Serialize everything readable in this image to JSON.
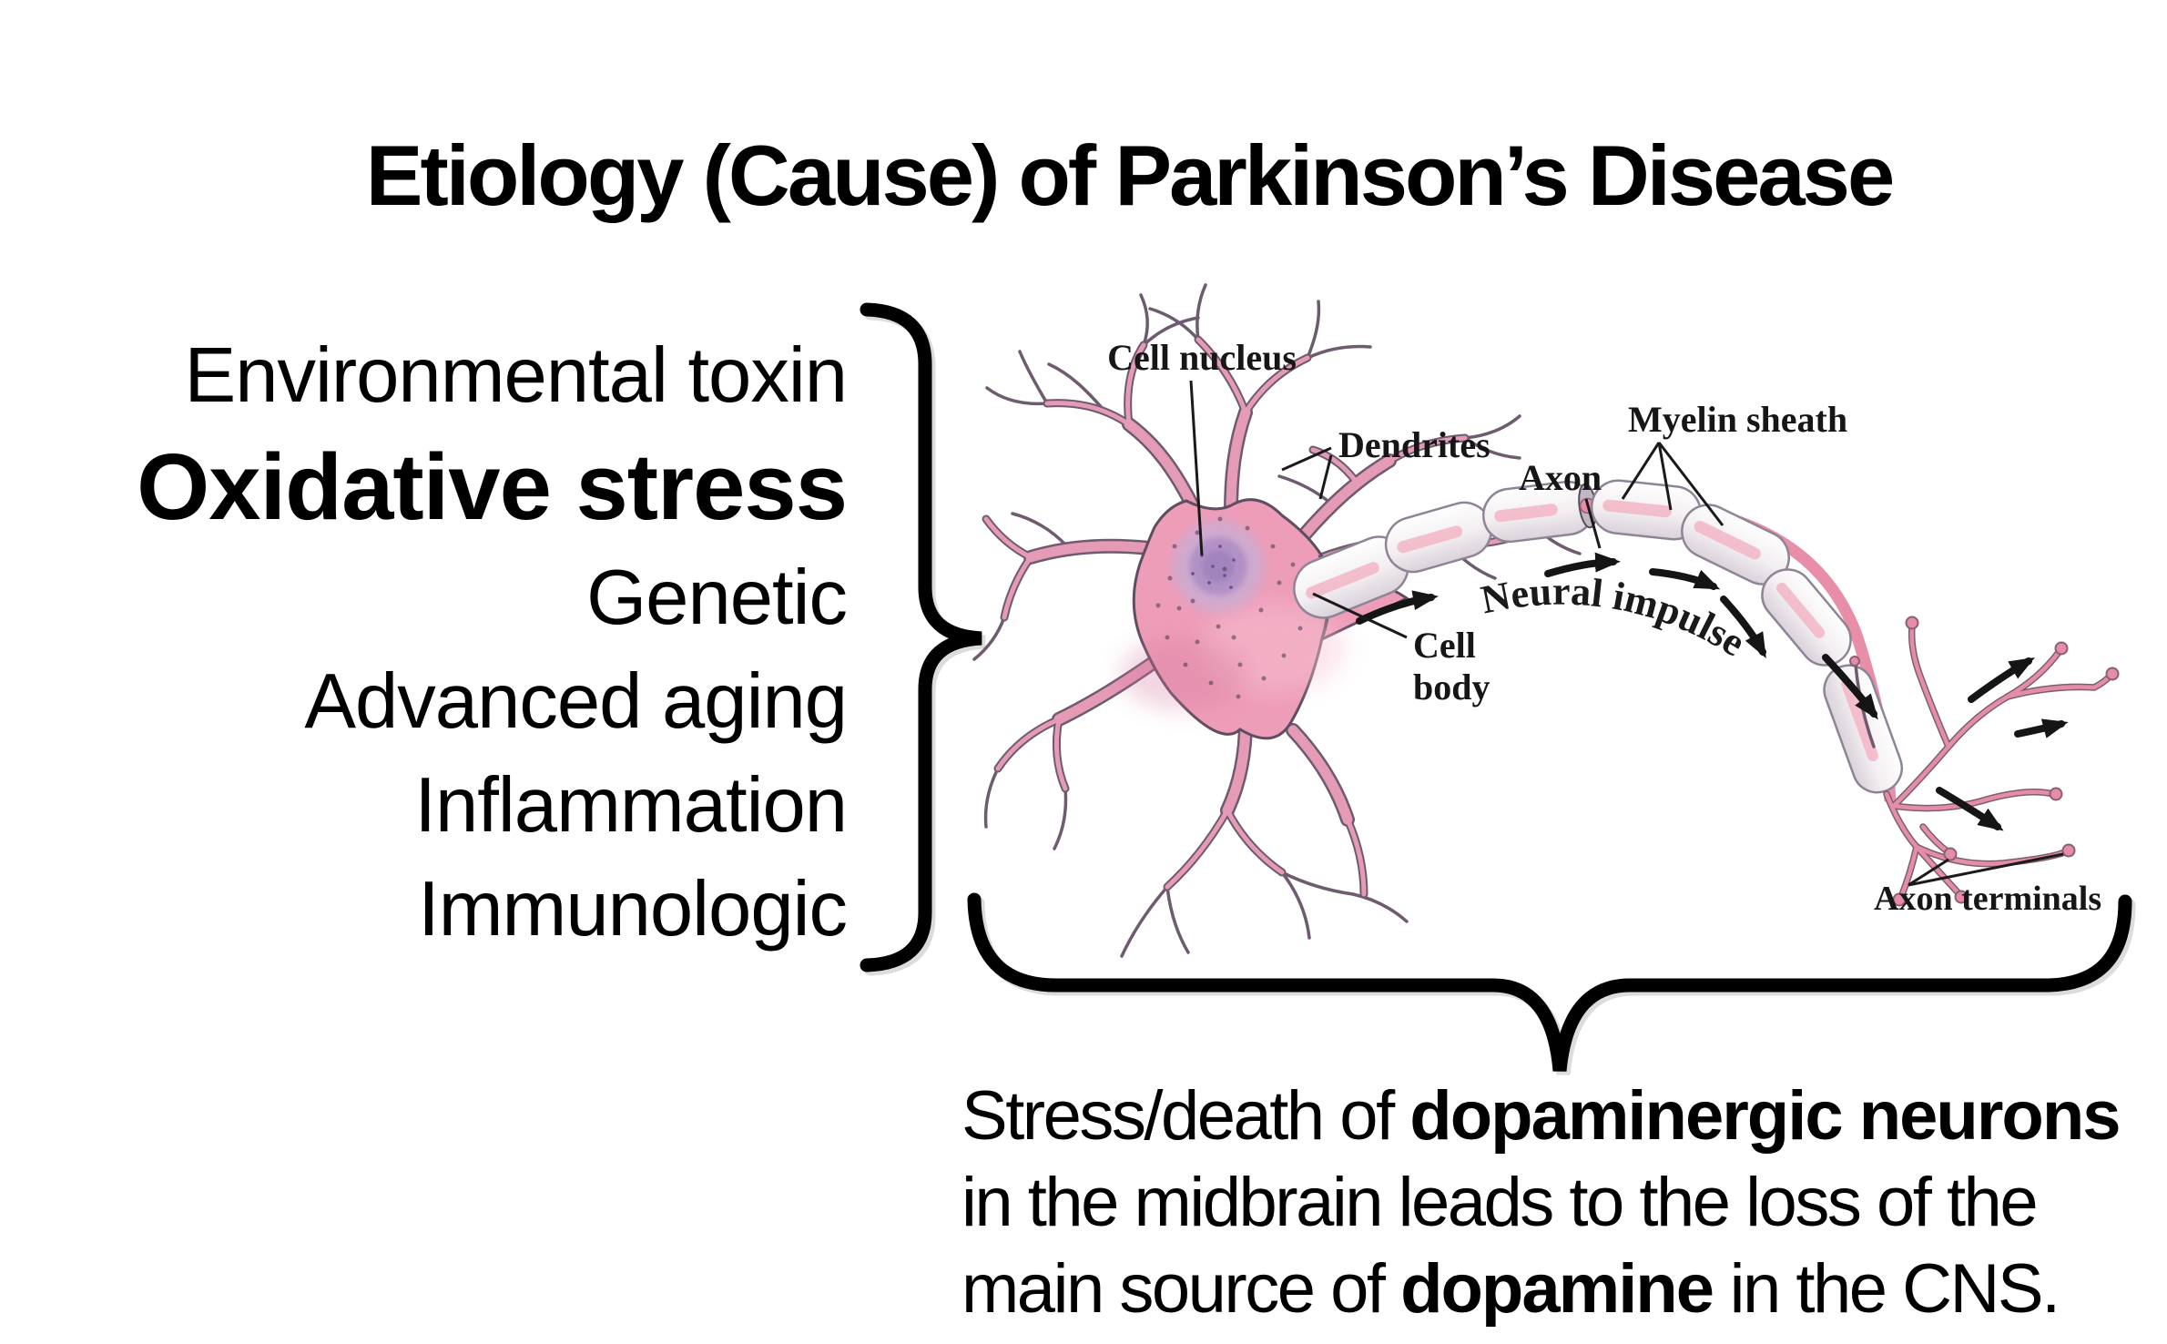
{
  "title": {
    "text": "Etiology (Cause) of Parkinson’s Disease"
  },
  "causes": {
    "items": [
      {
        "label": "Environmental toxin",
        "emphasis": false
      },
      {
        "label": "Oxidative stress",
        "emphasis": true
      },
      {
        "label": "Genetic",
        "emphasis": false
      },
      {
        "label": "Advanced aging",
        "emphasis": false
      },
      {
        "label": "Inflammation",
        "emphasis": false
      },
      {
        "label": "Immunologic",
        "emphasis": false
      }
    ]
  },
  "diagram": {
    "labels": {
      "cell_nucleus": "Cell nucleus",
      "dendrites": "Dendrites",
      "axon": "Axon",
      "myelin_sheath": "Myelin sheath",
      "neural_impulse": "Neural impulse",
      "cell_body": "Cell body",
      "axon_terminals": "Axon terminals"
    },
    "colors": {
      "cell_body_pink": "#ee9db8",
      "nucleus_purple": "#ae8ec5",
      "myelin_white": "#f6f3f5",
      "axon_core_pink": "#e88ea8",
      "terminal_pink": "#e58ca7",
      "arrow_black": "#151515",
      "label_black": "#1a1a1a",
      "brace_black": "#000000"
    }
  },
  "caption": {
    "line1": [
      {
        "t": "Stress/death of ",
        "b": false
      },
      {
        "t": "dopaminergic neurons",
        "b": true
      }
    ],
    "line2": [
      {
        "t": "in the midbrain leads to the loss of the",
        "b": false
      }
    ],
    "line3": [
      {
        "t": "main source of ",
        "b": false
      },
      {
        "t": "dopamine",
        "b": true
      },
      {
        "t": " in the CNS.",
        "b": false
      }
    ]
  }
}
